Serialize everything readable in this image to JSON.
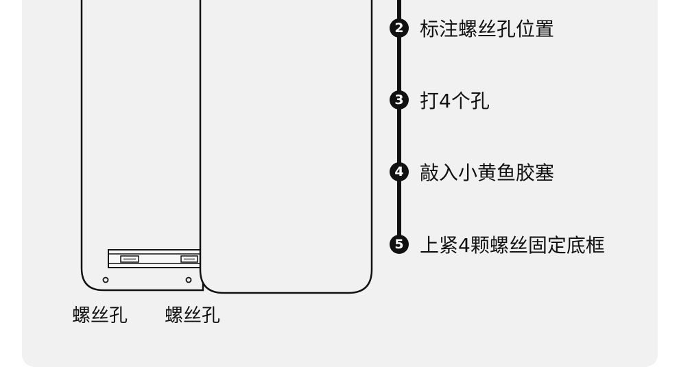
{
  "labels": {
    "screw_hole_left": "螺丝孔",
    "screw_hole_right": "螺丝孔"
  },
  "steps": [
    {
      "number": "2",
      "text": "标注螺丝孔位置"
    },
    {
      "number": "3",
      "text": "打4个孔"
    },
    {
      "number": "4",
      "text": "敲入小黄鱼胶塞"
    },
    {
      "number": "5",
      "text": "上紧4颗螺丝固定底框"
    }
  ],
  "colors": {
    "panel_bg": "#f1f1f1",
    "ink": "#111111",
    "device_fill": "#f1f1f1"
  }
}
